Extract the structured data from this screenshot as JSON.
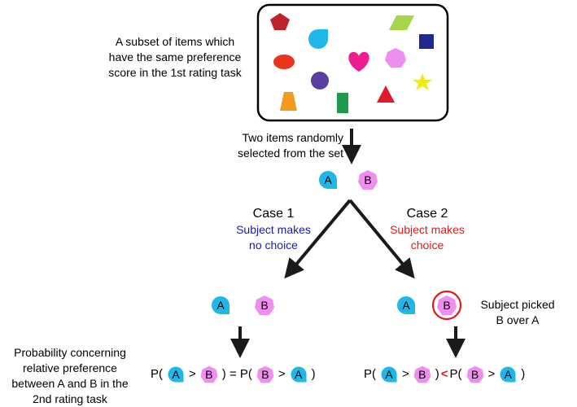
{
  "set_caption": [
    "A subset of items which",
    "have the same preference",
    "score in the 1st rating task"
  ],
  "selection_caption": [
    "Two items randomly",
    "selected from the set"
  ],
  "item_a": "A",
  "item_b": "B",
  "case1": {
    "title": "Case 1",
    "subtitle": [
      "Subject makes",
      "no choice"
    ]
  },
  "case2": {
    "title": "Case 2",
    "subtitle": [
      "Subject makes",
      "choice"
    ]
  },
  "picked_caption": [
    "Subject picked",
    "B over A"
  ],
  "probability_caption": [
    "Probability concerning",
    "relative preference",
    "between A and B in the",
    "2nd rating task"
  ],
  "formula": {
    "p_open": "P(",
    "close": ")",
    "gt": ">",
    "eq": "=",
    "lt": "<"
  },
  "colors": {
    "item_a": "#1fb6e8",
    "item_b": "#f08ef0",
    "accent_red": "#e01a1a",
    "accent_blue": "#1a1aa8"
  }
}
